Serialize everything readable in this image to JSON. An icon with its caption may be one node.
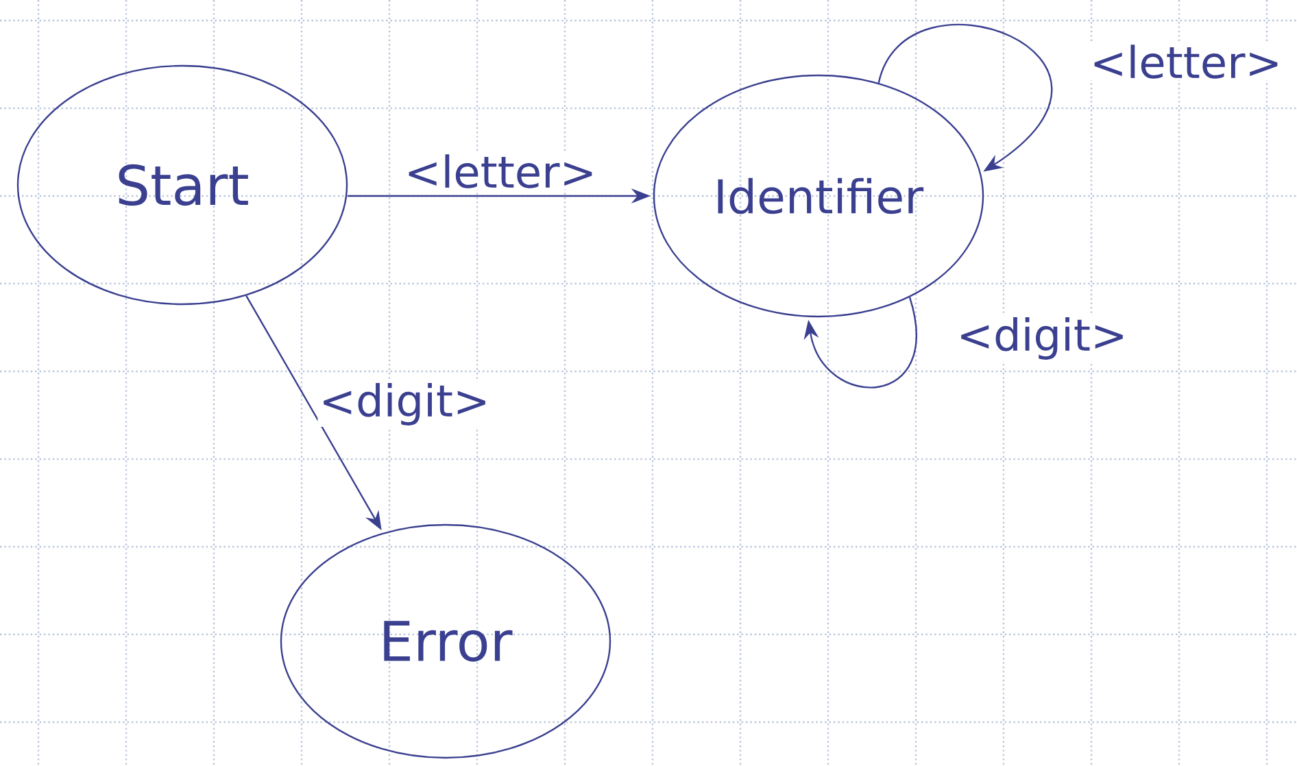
{
  "diagram": {
    "nodes": [
      {
        "text": [
          "Start"
        ]
      },
      {
        "text": [
          "Identifier"
        ]
      },
      {
        "text": [
          "Error"
        ]
      }
    ],
    "edges": [
      {
        "from": 0,
        "to": 1,
        "arrow": "to",
        "label": "<letter>"
      },
      {
        "from": 1,
        "to": 1,
        "arrow": "to",
        "label": "<letter>"
      },
      {
        "from": 1,
        "to": 1,
        "arrow": "to",
        "label": "<digit>"
      },
      {
        "from": 0,
        "to": 2,
        "arrow": "to",
        "label": "<digit>"
      }
    ]
  }
}
